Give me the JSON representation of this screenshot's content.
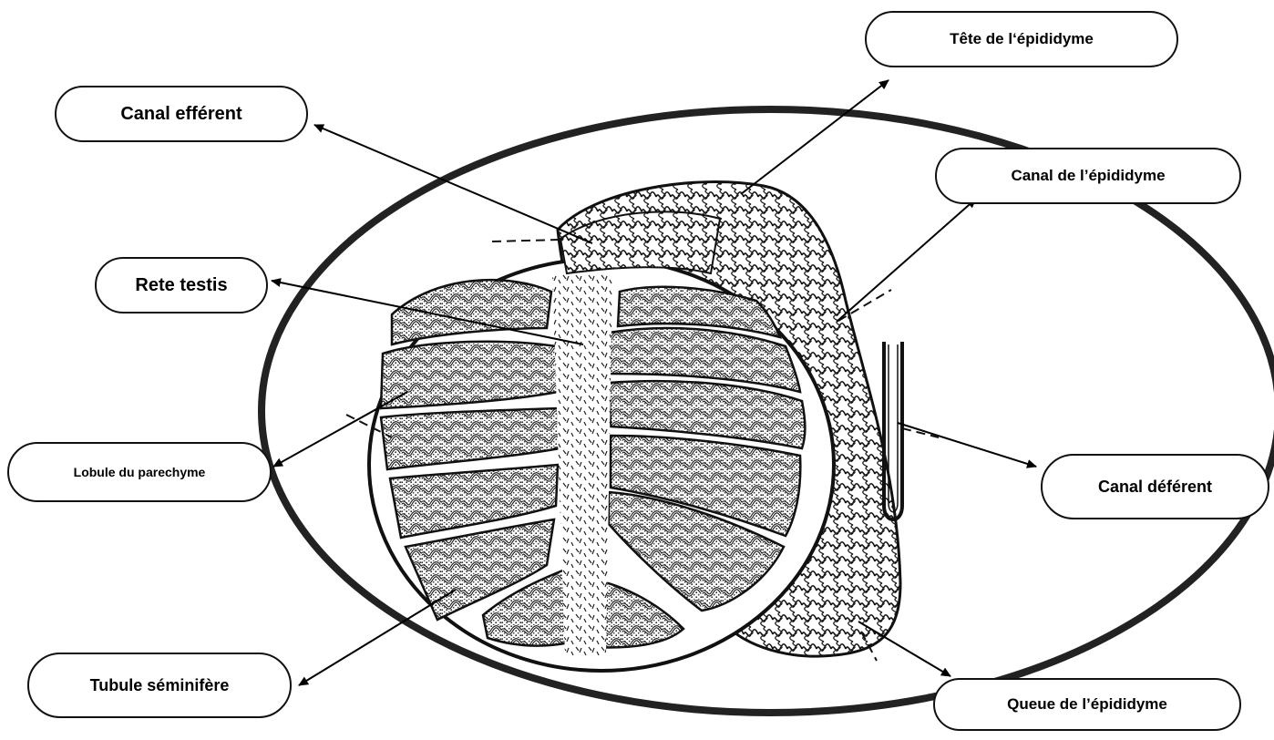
{
  "diagram": {
    "labels": {
      "tete_epididyme": "Tête de l‘épididyme",
      "canal_efferent": "Canal efférent",
      "canal_epididyme": "Canal de l’épididyme",
      "rete_testis": "Rete testis",
      "lobule_parechyme": "Lobule du parechyme",
      "canal_deferent": "Canal déférent",
      "tubule_seminifere": "Tubule séminifère",
      "queue_epididyme": "Queue de l’épididyme"
    }
  }
}
